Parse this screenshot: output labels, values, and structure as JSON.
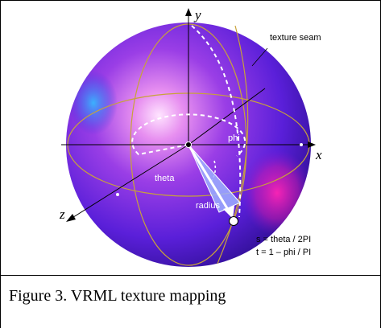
{
  "figure": {
    "caption": "Figure 3. VRML texture mapping",
    "axes": {
      "x": "x",
      "y": "y",
      "z": "z"
    },
    "labels": {
      "texture_seam": "texture seam",
      "phi": "phi",
      "theta": "theta",
      "radius": "radius"
    },
    "formulas": {
      "s": "s = theta / 2PI",
      "t": "t = 1 – phi / PI"
    },
    "colors": {
      "sphere_base": "#4a16d8",
      "sphere_highlight": "#ffd8ff",
      "magenta_spot": "#ff1aa6",
      "cyan_spot": "#2ea8ff",
      "grid_lines": "#c8a23a",
      "dashes": "#ffffff",
      "wedge": "#8fa0ff"
    }
  }
}
